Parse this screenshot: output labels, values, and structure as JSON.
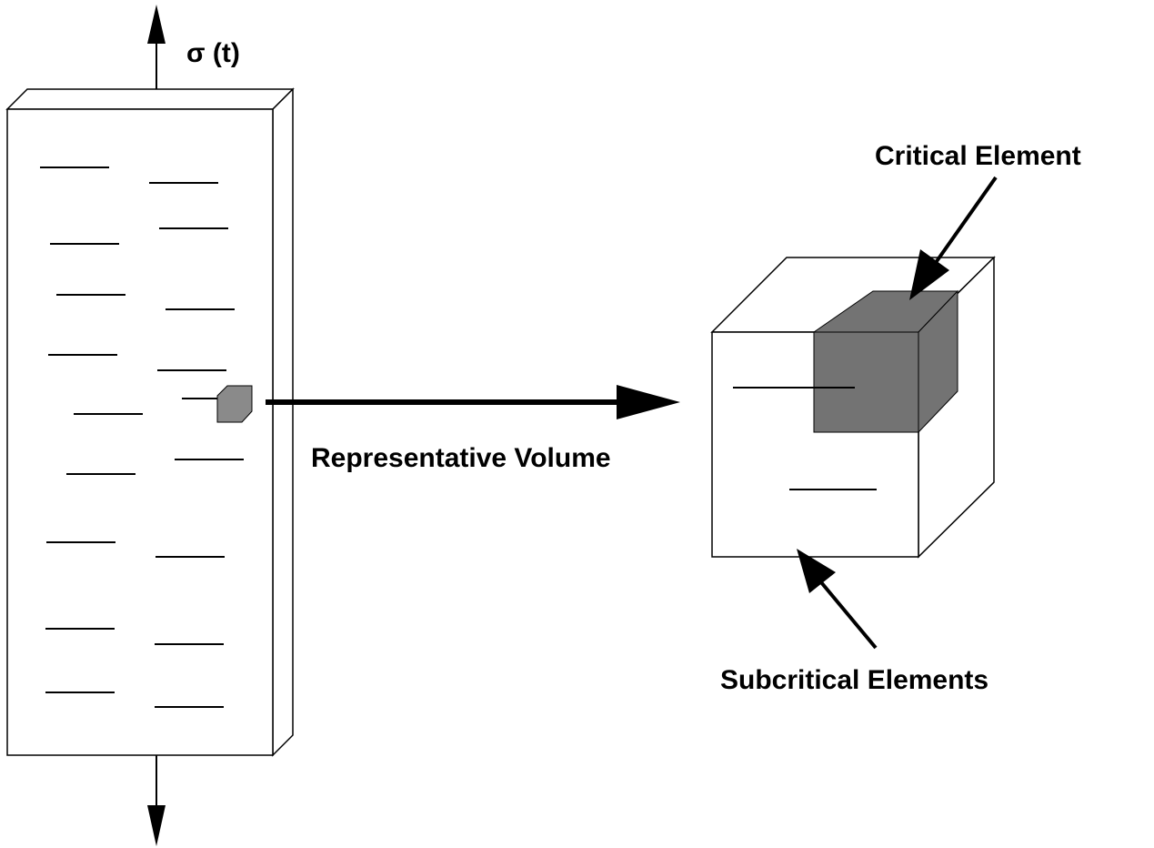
{
  "labels": {
    "stress": "σ (t)",
    "representative_volume": "Representative Volume",
    "critical_element": "Critical Element",
    "subcritical_elements": "Subcritical Elements"
  },
  "colors": {
    "line": "#000000",
    "background": "#ffffff",
    "critical_fill": "#737373",
    "rve_marker_fill": "#8a8a8a"
  }
}
